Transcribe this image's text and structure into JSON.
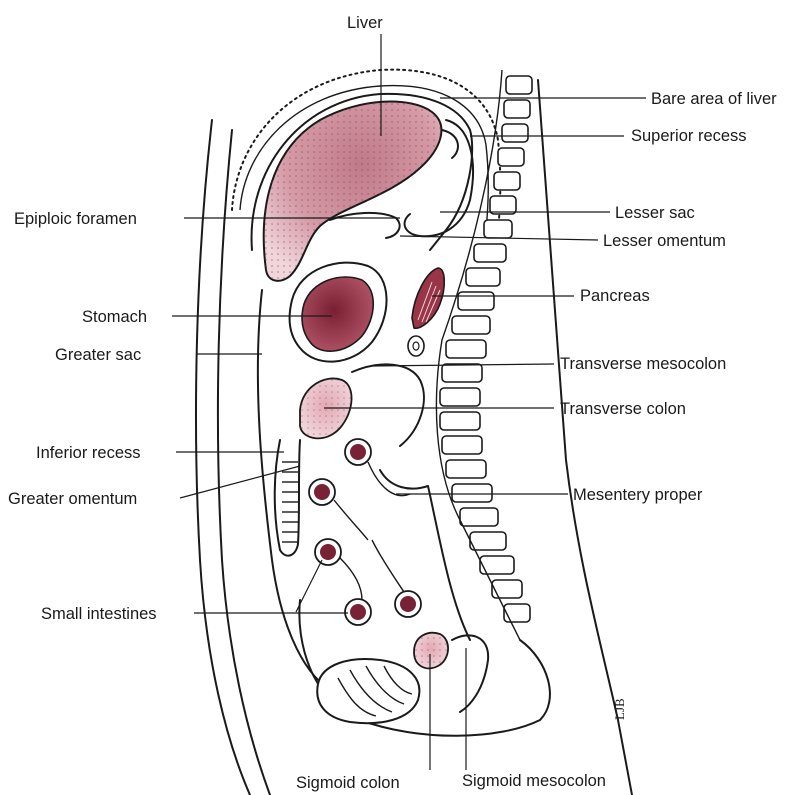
{
  "labels": {
    "liver": "Liver",
    "bare_area_of_liver": "Bare area of liver",
    "superior_recess": "Superior recess",
    "epiploic_foramen": "Epiploic foramen",
    "lesser_sac": "Lesser sac",
    "lesser_omentum": "Lesser omentum",
    "stomach": "Stomach",
    "pancreas": "Pancreas",
    "greater_sac": "Greater sac",
    "transverse_mesocolon": "Transverse mesocolon",
    "transverse_colon": "Transverse colon",
    "inferior_recess": "Inferior recess",
    "greater_omentum": "Greater omentum",
    "mesentery_proper": "Mesentery proper",
    "small_intestines": "Small intestines",
    "sigmoid_colon": "Sigmoid colon",
    "sigmoid_mesocolon": "Sigmoid mesocolon"
  },
  "signature": "LJB",
  "colors": {
    "liver_fill": "#c98a97",
    "liver_fill_light": "#e8c3cb",
    "stomach_fill": "#8a2a3c",
    "pancreas_fill": "#9a3547",
    "colon_fill": "#e7bcc4",
    "intestine_fill": "#7a2235",
    "outline": "#1a1a1a"
  }
}
